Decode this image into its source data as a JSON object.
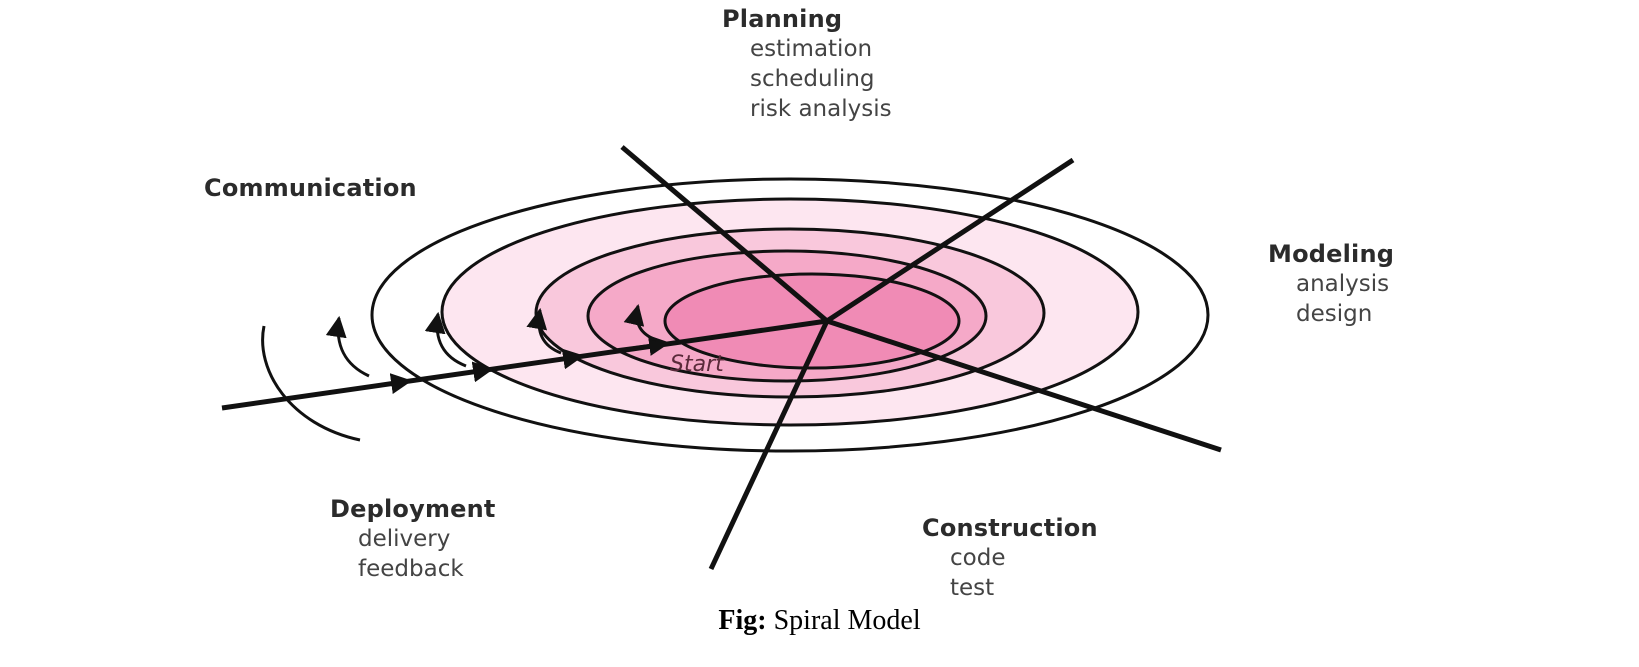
{
  "phases": {
    "planning": {
      "title": "Planning",
      "activities": [
        "estimation",
        "scheduling",
        "risk analysis"
      ]
    },
    "communication": {
      "title": "Communication",
      "activities": []
    },
    "modeling": {
      "title": "Modeling",
      "activities": [
        "analysis",
        "design"
      ]
    },
    "construction": {
      "title": "Construction",
      "activities": [
        "code",
        "test"
      ]
    },
    "deployment": {
      "title": "Deployment",
      "activities": [
        "delivery",
        "feedback"
      ]
    }
  },
  "start_label": "Start",
  "caption": {
    "prefix": "Fig:",
    "text": "Spiral Model"
  },
  "colors": {
    "ring_outer_white": "#ffffff",
    "ring_light": "#fde6f0",
    "ring_mid": "#f9c8dc",
    "ring_deep": "#f5a9c8",
    "ring_core": "#f08bb5",
    "stroke": "#111111",
    "start_text": "#5a2a3a"
  }
}
